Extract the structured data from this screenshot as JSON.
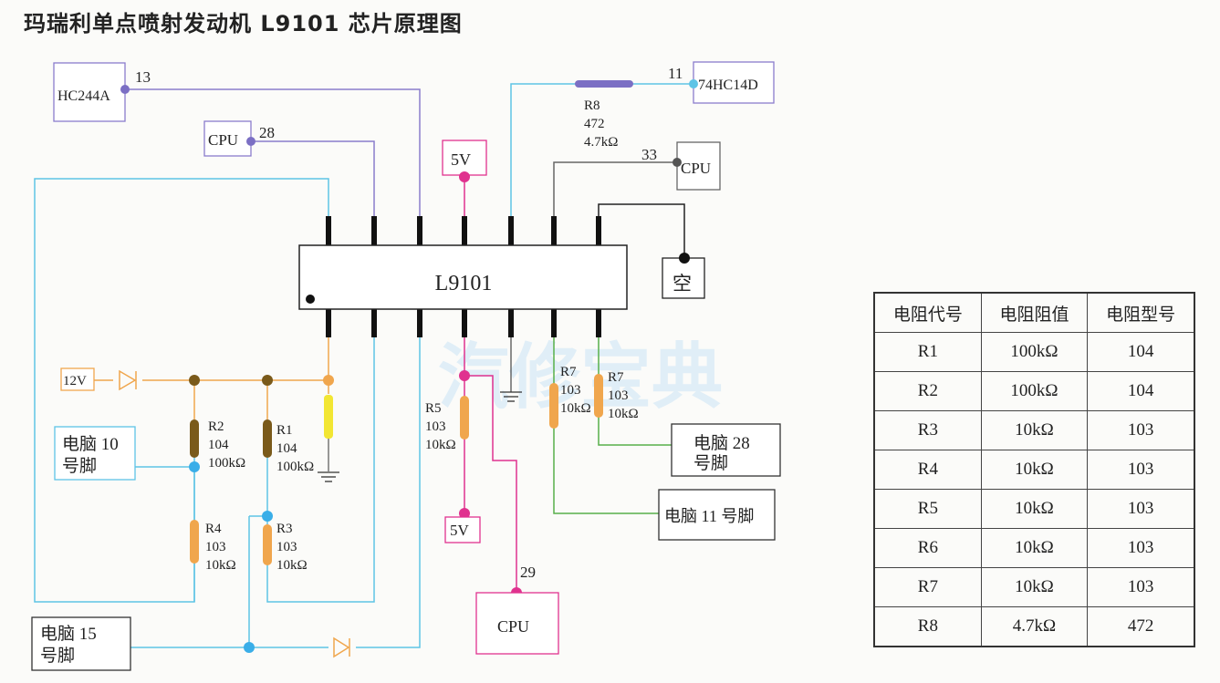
{
  "title": "玛瑞利单点喷射发动机 L9101 芯片原理图",
  "chip": {
    "label": "L9101"
  },
  "boxes": {
    "hc244a": "HC244A",
    "cpu_28": "CPU",
    "v5_top": "5V",
    "hc14d": "74HC14D",
    "cpu_33": "CPU",
    "kong": "空",
    "v12": "12V",
    "pc10_line1": "电脑 10",
    "pc10_line2": "号脚",
    "pc15_line1": "电脑 15",
    "pc15_line2": "号脚",
    "v5_bottom": "5V",
    "cpu_29": "CPU",
    "pc28_line1": "电脑 28",
    "pc28_line2": "号脚",
    "pc11": "电脑 11 号脚"
  },
  "pins": {
    "p13": "13",
    "p28": "28",
    "p11": "11",
    "p33": "33",
    "p29": "29"
  },
  "resistors": {
    "r8": [
      "R8",
      "472",
      "4.7kΩ"
    ],
    "r2": [
      "R2",
      "104",
      "100kΩ"
    ],
    "r1": [
      "R1",
      "104",
      "100kΩ"
    ],
    "r4": [
      "R4",
      "103",
      "10kΩ"
    ],
    "r3": [
      "R3",
      "103",
      "10kΩ"
    ],
    "r5": [
      "R5",
      "103",
      "10kΩ"
    ],
    "r7a": [
      "R7",
      "103",
      "10kΩ"
    ],
    "r7b": [
      "R7",
      "103",
      "10kΩ"
    ]
  },
  "table": {
    "headers": [
      "电阻代号",
      "电阻阻值",
      "电阻型号"
    ],
    "rows": [
      [
        "R1",
        "100kΩ",
        "104"
      ],
      [
        "R2",
        "100kΩ",
        "104"
      ],
      [
        "R3",
        "10kΩ",
        "103"
      ],
      [
        "R4",
        "10kΩ",
        "103"
      ],
      [
        "R5",
        "10kΩ",
        "103"
      ],
      [
        "R6",
        "10kΩ",
        "103"
      ],
      [
        "R7",
        "10kΩ",
        "103"
      ],
      [
        "R8",
        "4.7kΩ",
        "472"
      ]
    ]
  },
  "watermark": "汽修宝典",
  "colors": {
    "purple": "#7b6fc4",
    "cyan": "#5ec4e6",
    "magenta": "#e0328f",
    "orange": "#f0a64d",
    "green": "#58b04a",
    "gray": "#555555",
    "brown": "#7a5a1a",
    "yellow": "#f2e633",
    "blue_node": "#3aaee8"
  }
}
